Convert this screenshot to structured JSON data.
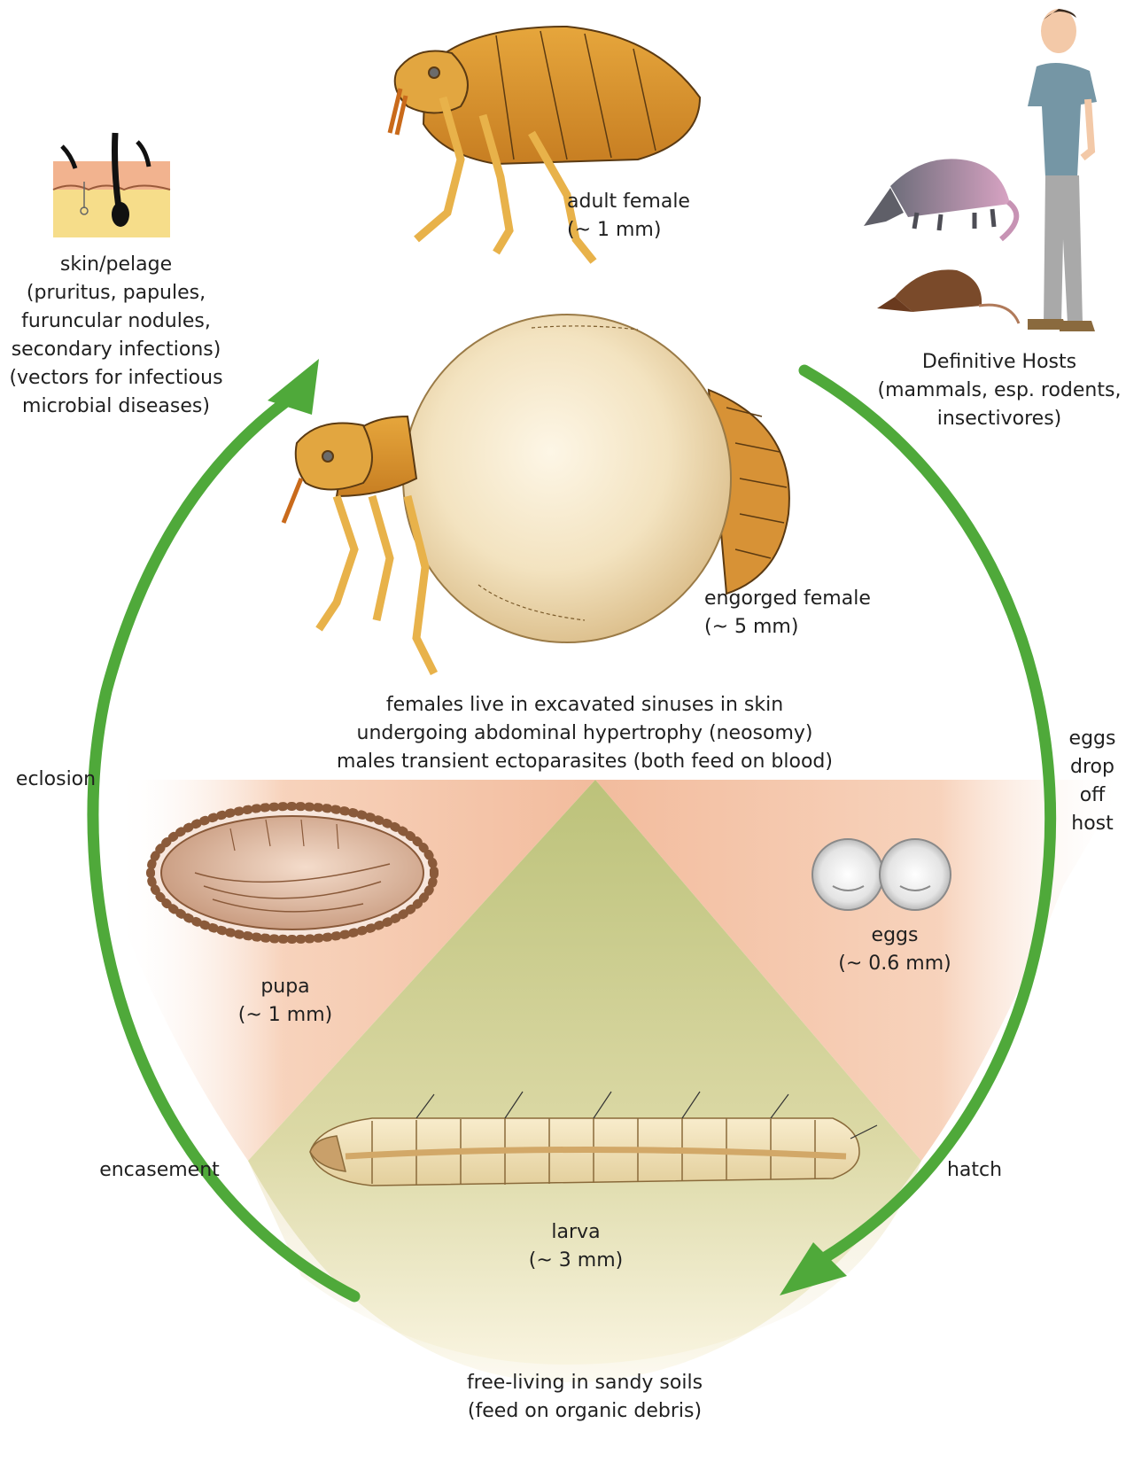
{
  "colors": {
    "arrow": "#4fa93a",
    "flea_body": "#d9962e",
    "flea_light": "#efc05a",
    "flea_outline": "#5b3a12",
    "egg_sphere": "#f3e3c0",
    "zone_side": "#f4bf9c",
    "zone_center": "#c9c98a",
    "text": "#1f1f1f"
  },
  "icons": {
    "adult_female": "flea-icon",
    "engorged_female": "engorged-flea-icon",
    "skin": "skin-section-icon",
    "hosts": "hosts-icon",
    "eggs": "eggs-icon",
    "pupa": "pupa-icon",
    "larva": "larva-icon"
  },
  "stages": {
    "adult_female": "adult female\n(~ 1 mm)",
    "engorged_female": "engorged female\n(~ 5 mm)",
    "eggs": "eggs\n(~ 0.6 mm)",
    "larva": "larva\n(~ 3 mm)",
    "pupa": "pupa\n(~ 1 mm)"
  },
  "notes": {
    "skin": "skin/pelage\n(pruritus, papules,\nfuruncular nodules,\nsecondary infections)\n(vectors for infectious\nmicrobial diseases)",
    "hosts": "Definitive Hosts\n(mammals, esp. rodents,\ninsectivores)",
    "females": "females live in excavated sinuses in skin\nundergoing abdominal hypertrophy (neosomy)\nmales transient ectoparasites (both feed on blood)",
    "soil": "free-living in sandy soils\n(feed on organic debris)"
  },
  "transitions": {
    "eclosion": "eclosion",
    "drop": "eggs\ndrop\noff\nhost",
    "encasement": "encasement",
    "hatch": "hatch"
  }
}
